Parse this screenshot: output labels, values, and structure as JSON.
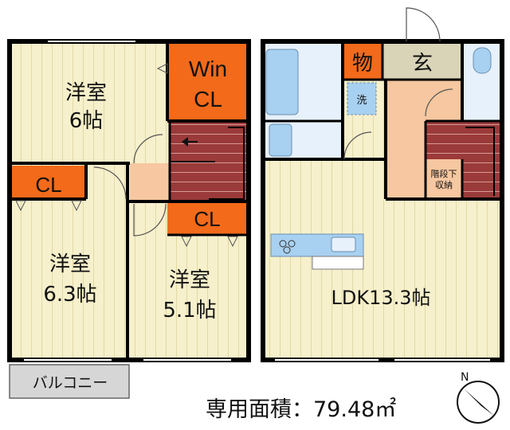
{
  "rooms": {
    "western1": {
      "name": "洋室",
      "size": "6帖"
    },
    "western2": {
      "name": "洋室",
      "size": "6.3帖"
    },
    "western3": {
      "name": "洋室",
      "size": "5.1帖"
    },
    "wic": {
      "line1": "Win",
      "line2": "CL"
    },
    "cl_left": "CL",
    "cl_center": "CL",
    "storage": "物",
    "entrance": "玄",
    "laundry": "洗",
    "under_stairs": {
      "line1": "階段下",
      "line2": "収納"
    },
    "ldk": "LDK13.3帖",
    "balcony": "バルコニー"
  },
  "total_area": "専用面積：79.48㎡",
  "compass": "N",
  "colors": {
    "floor": "#f6f0cc",
    "closet": "#f26a1a",
    "stairs": "#9b3a3a",
    "entrance": "#d9d4b8",
    "hall": "#f6c7a0",
    "bath": "#a8d0f0",
    "wet": "#e7f1fb",
    "balcony": "#d6d6d6"
  }
}
